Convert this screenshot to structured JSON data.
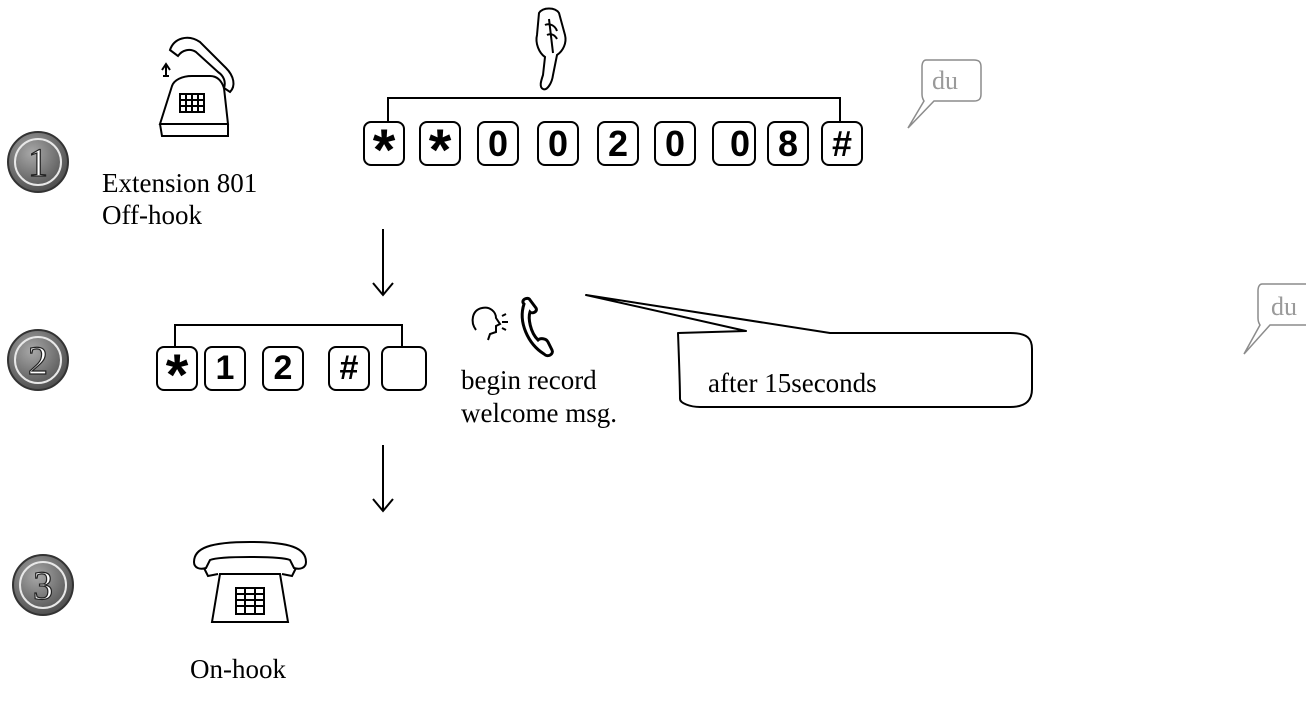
{
  "steps": [
    {
      "number": "1",
      "caption_line1": "Extension 801",
      "caption_line2": "Off-hook"
    },
    {
      "number": "2",
      "caption_line1": "begin record",
      "caption_line2": "welcome msg."
    },
    {
      "number": "3",
      "caption": "On-hook"
    }
  ],
  "step1_keys": [
    "*",
    "*",
    "0",
    "0",
    "2",
    "0",
    "0",
    "8",
    "#"
  ],
  "step2_keys": [
    "*",
    "1",
    "2",
    "#",
    ""
  ],
  "callout_text": "after 15seconds",
  "speech_bubbles": [
    "du",
    "du"
  ],
  "icons": [
    "phone-off-hook-icon",
    "finger-press-icon",
    "speaking-head-handset-icon",
    "phone-on-hook-icon",
    "down-arrow-icon"
  ],
  "colors": {
    "circle_fill": "#7f7f7f",
    "bubble_stroke": "#8c8c8c",
    "bubble_text": "#9a9a9a"
  }
}
